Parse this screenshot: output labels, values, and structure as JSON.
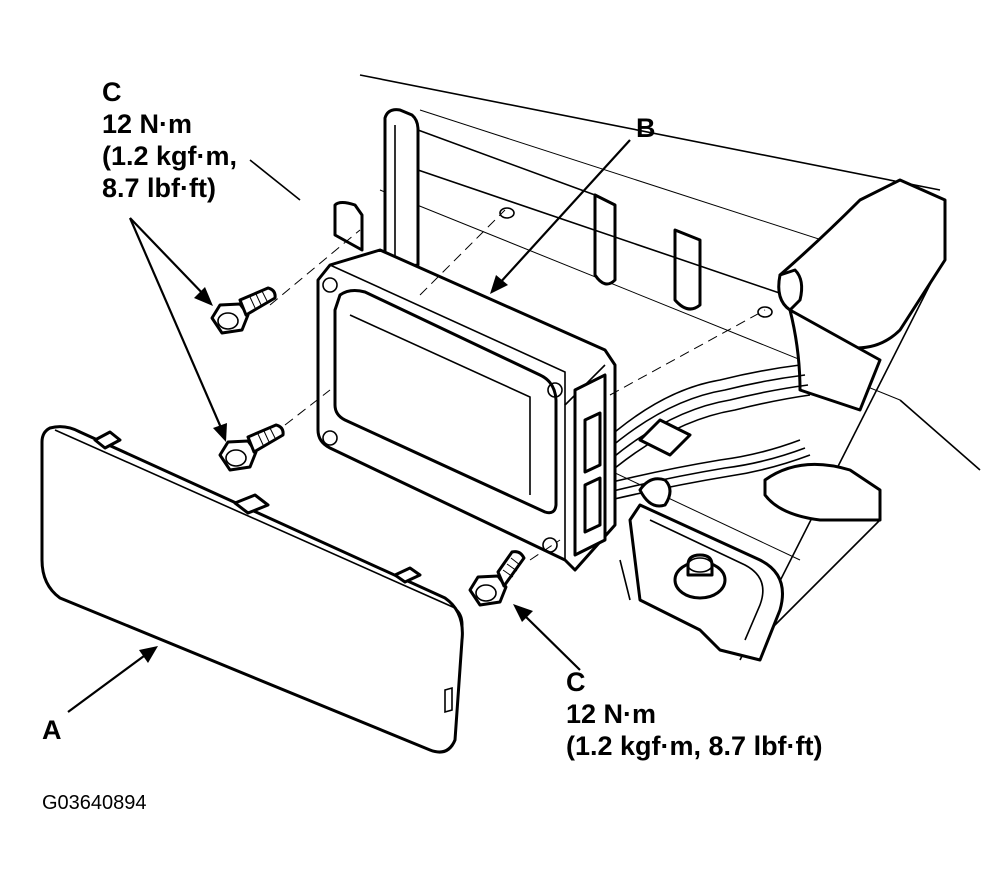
{
  "labels": {
    "a": "A",
    "b": "B",
    "c_top": {
      "letter": "C",
      "line1": "12 N·m",
      "line2": "(1.2 kgf·m,",
      "line3": "8.7 lbf·ft)"
    },
    "c_bottom": {
      "letter": "C",
      "line1": "12 N·m",
      "line2": "(1.2 kgf·m, 8.7 lbf·ft)"
    }
  },
  "figure_code": "G03640894"
}
